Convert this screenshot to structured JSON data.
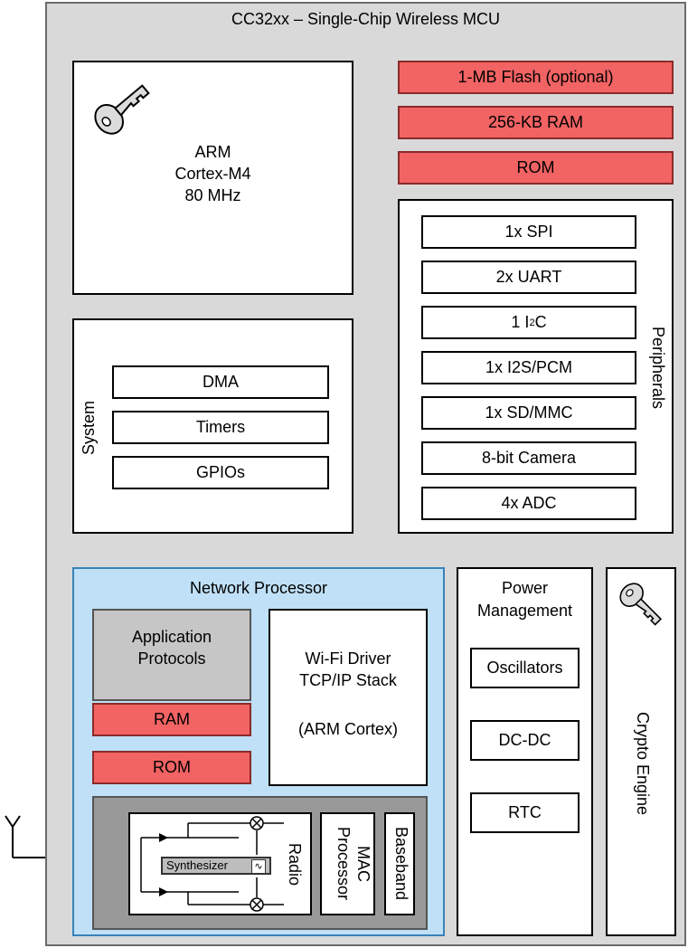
{
  "chip_title": "CC32xx – Single-Chip Wireless MCU",
  "cpu": {
    "line1": "ARM",
    "line2": "Cortex-M4",
    "line3": "80 MHz"
  },
  "memory": [
    "1-MB Flash (optional)",
    "256-KB RAM",
    "ROM"
  ],
  "peripherals": {
    "label": "Peripherals",
    "items": [
      "1x SPI",
      "2x UART",
      "1 I",
      "1x I2S/PCM",
      "1x SD/MMC",
      "8-bit Camera",
      "4x ADC"
    ],
    "i2c_sup": "2",
    "i2c_suffix": "C"
  },
  "system": {
    "label": "System",
    "items": [
      "DMA",
      "Timers",
      "GPIOs"
    ]
  },
  "network": {
    "title": "Network Processor",
    "app_line1": "Application",
    "app_line2": "Protocols",
    "ram": "RAM",
    "rom": "ROM",
    "wifi_line1": "Wi-Fi Driver",
    "wifi_line2": "TCP/IP Stack",
    "wifi_line3": "(ARM Cortex)",
    "radio": "Radio",
    "synth": "Synthesizer",
    "mac_line1": "MAC",
    "mac_line2": "Processor",
    "baseband": "Baseband"
  },
  "power": {
    "line1": "Power",
    "line2": "Management",
    "items": [
      "Oscillators",
      "DC-DC",
      "RTC"
    ]
  },
  "crypto": "Crypto Engine",
  "colors": {
    "memory_red": "#f26363",
    "network_blue": "#bfe0f6",
    "chip_gray": "#d9d9d9"
  }
}
